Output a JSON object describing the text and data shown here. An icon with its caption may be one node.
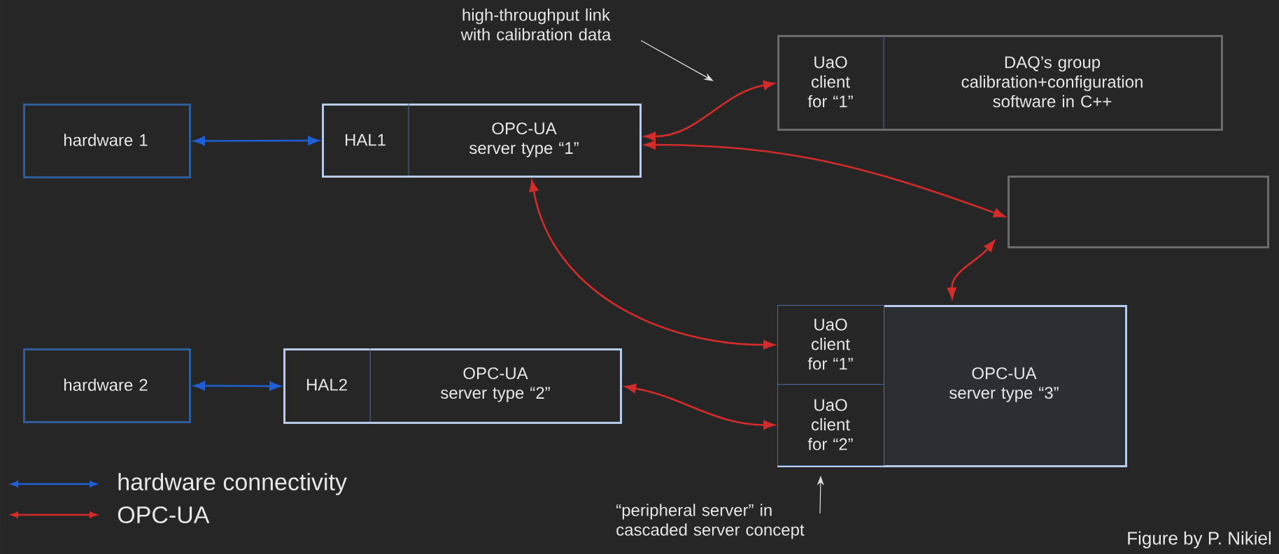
{
  "diagram": {
    "nodes": [
      {
        "text": [
          "hardware 1"
        ]
      },
      {
        "text": [
          "HAL1",
          "OPC-UA server type “1”"
        ]
      },
      {
        "text": [
          "UaO client for “1”",
          "DAQ’s group calibration+configuration software in C++"
        ]
      },
      {
        "text": [],
        "shape": "box"
      },
      {
        "text": [
          "hardware 2"
        ]
      },
      {
        "text": [
          "HAL2",
          "OPC-UA server type “2”"
        ]
      },
      {
        "text": [
          "OPC-UA server type “3”"
        ]
      },
      {
        "text": [
          "UaO client for “1”"
        ],
        "in": 6
      },
      {
        "text": [
          "UaO client for “2”"
        ],
        "in": 6
      },
      {
        "text": [
          "high-throughput link with calibration data"
        ]
      },
      {
        "text": [
          "“peripheral server” in cascaded server concept"
        ]
      }
    ],
    "edges": [
      {
        "from": 0,
        "to": 1,
        "arrow": "both",
        "color": "#1f5fd6"
      },
      {
        "from": 1,
        "to": 2,
        "arrow": "both"
      },
      {
        "from": 1,
        "to": 3,
        "arrow": "both"
      },
      {
        "from": 1,
        "to": 7,
        "arrow": "both"
      },
      {
        "from": 3,
        "to": 6,
        "arrow": "both"
      },
      {
        "from": 4,
        "to": 5,
        "arrow": "both",
        "color": "#1f5fd6"
      },
      {
        "from": 5,
        "to": 8,
        "arrow": "both"
      },
      {
        "from": 9,
        "to": null,
        "arrow": "to",
        "color": "#e0e0e0"
      },
      {
        "from": 10,
        "to": 6,
        "arrow": "to",
        "color": "#e0e0e0"
      }
    ],
    "labels": [
      "Figure by P. Nikiel"
    ],
    "legend": [
      {
        "text": "hardware connectivity"
      },
      {
        "text": "OPC-UA"
      }
    ]
  }
}
